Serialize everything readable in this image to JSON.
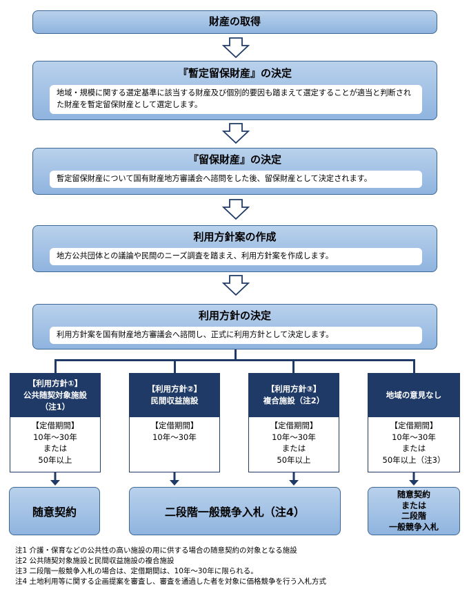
{
  "stages": [
    {
      "title": "財産の取得"
    },
    {
      "title": "『暫定留保財産』の決定",
      "desc": "地域・規模に関する選定基準に該当する財産及び個別的要因も踏まえて選定することが適当と判断された財産を暫定留保財産として選定します。"
    },
    {
      "title": "『留保財産』の決定",
      "desc": "暫定留保財産について国有財産地方審議会へ諮問をした後、留保財産として決定されます。"
    },
    {
      "title": "利用方針案の作成",
      "desc": "地方公共団体との議論や民間のニーズ調査を踏まえ、利用方針案を作成します。"
    },
    {
      "title": "利用方針の決定",
      "desc": "利用方針案を国有財産地方審議会へ諮問し、正式に利用方針として決定します。"
    }
  ],
  "branches": [
    {
      "header": [
        "【利用方針①】",
        "公共随契対象施設",
        "（注1）"
      ],
      "term": [
        "【定借期間】",
        "10年～30年",
        "または",
        "50年以上"
      ]
    },
    {
      "header": [
        "【利用方針②】",
        "民間収益施設"
      ],
      "term": [
        "【定借期間】",
        "10年～30年"
      ]
    },
    {
      "header": [
        "【利用方針③】",
        "複合施設（注2）"
      ],
      "term": [
        "【定借期間】",
        "10年～30年",
        "または",
        "50年以上"
      ]
    },
    {
      "header": [
        "地域の意見なし"
      ],
      "term": [
        "【定借期間】",
        "10年～30年",
        "または",
        "50年以上（注3）"
      ]
    }
  ],
  "results": {
    "r1": "随意契約",
    "r2": "二段階一般競争入札（注4）",
    "r3": [
      "随意契約",
      "または",
      "二段階",
      "一般競争入札"
    ]
  },
  "notes": [
    "注1 介護・保育などの公共性の高い施設の用に供する場合の随意契約の対象となる施設",
    "注2 公共随契対象施設と民間収益施設の複合施設",
    "注3 二段階一般競争入札の場合は、定借期間は、10年～30年に限られる。",
    "注4 土地利用等に関する企画提案を審査し、審査を通過した者を対象に価格競争を行う入札方式"
  ]
}
